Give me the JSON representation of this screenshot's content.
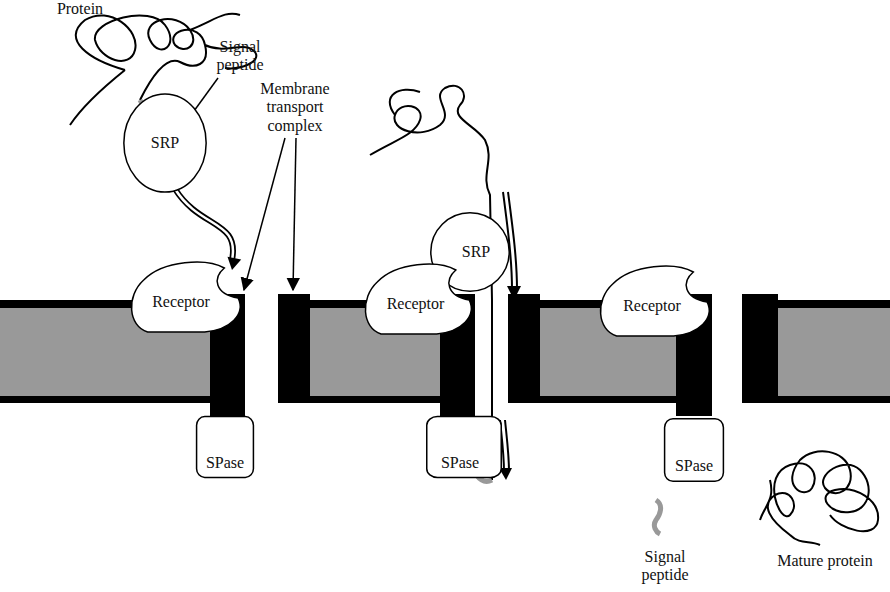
{
  "diagram": {
    "nodes": [
      {
        "text": [
          "SRP"
        ]
      },
      {
        "text": [
          "Receptor"
        ]
      },
      {
        "text": [
          "SRP"
        ]
      },
      {
        "text": [
          "Receptor"
        ]
      },
      {
        "text": [
          "Receptor"
        ]
      },
      {
        "text": [
          "SPase"
        ]
      },
      {
        "text": [
          "SPase"
        ]
      },
      {
        "text": [
          "SPase"
        ]
      }
    ],
    "edges": [
      {
        "from": 0,
        "to": 1,
        "arrow": "to"
      }
    ],
    "labels": [
      "Protein",
      "Signal peptide",
      "Membrane transport complex",
      "Signal peptide",
      "Mature protein"
    ]
  }
}
